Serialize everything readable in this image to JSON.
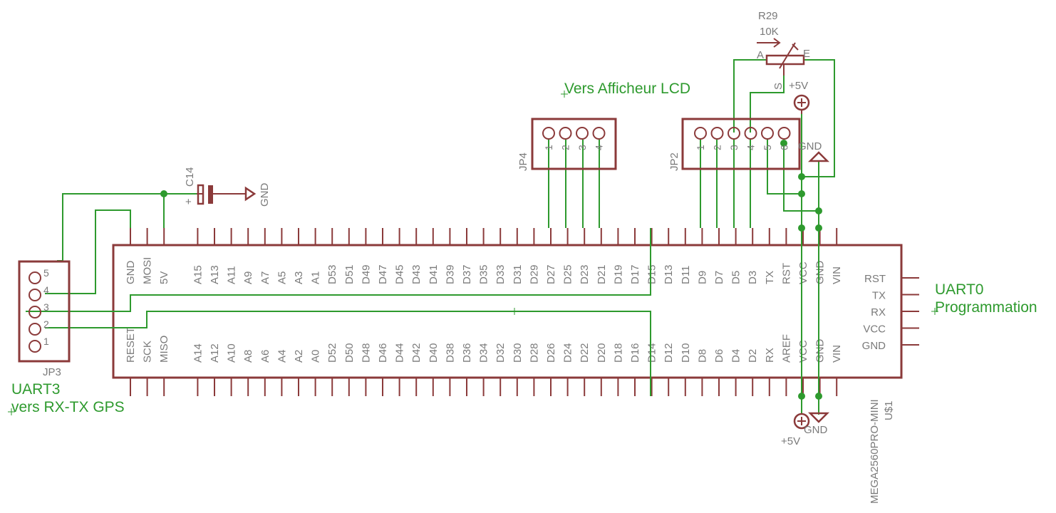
{
  "board": {
    "name": "U$1",
    "value": "MEGA2560PRO-MINI",
    "top_pins": [
      "GND",
      "MOSI",
      "5V",
      "",
      "A15",
      "A13",
      "A11",
      "A9",
      "A7",
      "A5",
      "A3",
      "A1",
      "D53",
      "D51",
      "D49",
      "D47",
      "D45",
      "D43",
      "D41",
      "D39",
      "D37",
      "D35",
      "D33",
      "D31",
      "D29",
      "D27",
      "D25",
      "D23",
      "D21",
      "D19",
      "D17",
      "D15",
      "D13",
      "D11",
      "D9",
      "D7",
      "D5",
      "D3",
      "TX",
      "RST",
      "VCC",
      "GND",
      "VIN"
    ],
    "bottom_pins": [
      "RESET",
      "SCK",
      "MISO",
      "",
      "A14",
      "A12",
      "A10",
      "A8",
      "A6",
      "A4",
      "A2",
      "A0",
      "D52",
      "D50",
      "D48",
      "D46",
      "D44",
      "D42",
      "D40",
      "D38",
      "D36",
      "D34",
      "D32",
      "D30",
      "D28",
      "D26",
      "D24",
      "D22",
      "D20",
      "D18",
      "D16",
      "D14",
      "D12",
      "D10",
      "D8",
      "D6",
      "D4",
      "D2",
      "RX",
      "AREF",
      "VCC",
      "GND",
      "VIN"
    ],
    "right_pins": [
      "RST",
      "TX",
      "RX",
      "VCC",
      "GND"
    ]
  },
  "connectors": {
    "jp3": {
      "name": "JP3",
      "pins": [
        "5",
        "4",
        "3",
        "2",
        "1"
      ]
    },
    "jp4": {
      "name": "JP4",
      "pins": [
        "1",
        "2",
        "3",
        "4"
      ]
    },
    "jp2": {
      "name": "JP2",
      "pins": [
        "1",
        "2",
        "3",
        "4",
        "5",
        "6"
      ]
    }
  },
  "components": {
    "c14": {
      "name": "C14",
      "plus": "+"
    },
    "r29": {
      "name": "R29",
      "value": "10K",
      "pin_a": "A",
      "pin_e": "E",
      "pin_s": "S"
    }
  },
  "power": {
    "gnd": "GND",
    "p5v": "+5V"
  },
  "notes": {
    "lcd": "Vers Afficheur LCD",
    "uart0_line1": "UART0",
    "uart0_line2": "Programmation",
    "uart3_line1": "UART3",
    "uart3_line2": "vers RX-TX GPS"
  }
}
